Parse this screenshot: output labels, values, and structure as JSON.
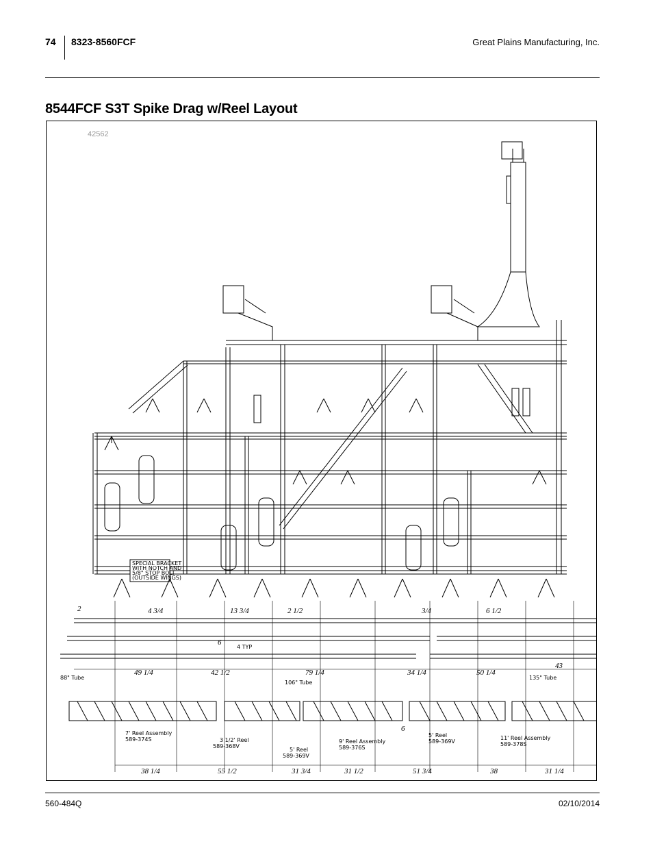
{
  "header": {
    "page_number": "74",
    "model": "8323-8560FCF",
    "company": "Great Plains Manufacturing, Inc."
  },
  "title": "8544FCF S3T Spike Drag w/Reel Layout",
  "figure": {
    "id": "42562",
    "callouts": {
      "special_bracket": [
        "SPECIAL BRACKET",
        "WITH NOTCH AND",
        "5/8\" STOP BOLT",
        "(OUTSIDE WINGS)"
      ],
      "tube_88": "88\" Tube",
      "tube_106": "106\" Tube",
      "tube_135": "135\" Tube",
      "four_typ": "4 TYP",
      "reel_7": "7' Reel Assembly",
      "reel_7_part": "589-374S",
      "reel_3_5": "3 1/2' Reel",
      "reel_3_5_part": "589-368V",
      "reel_5": "5' Reel",
      "reel_5_part": "589-369V",
      "reel_9": "9' Reel Assembly",
      "reel_9_part": "589-376S",
      "reel_5b": "5' Reel",
      "reel_5b_part": "589-369V",
      "reel_11": "11' Reel Assembly",
      "reel_11_part": "589-378S"
    },
    "dims_row1": [
      "2",
      "4 3/4",
      "13 3/4",
      "2 1/2",
      "3/4",
      "6 1/2"
    ],
    "dims_row2": [
      "49 1/4",
      "42 1/2",
      "79 1/4",
      "34 1/4",
      "50 1/4",
      "43"
    ],
    "dims_misc": [
      "6",
      "6"
    ],
    "dims_bottom": [
      "38 1/4",
      "55 1/2",
      "31 3/4",
      "31 1/2",
      "51 3/4",
      "38",
      "31 1/4"
    ]
  },
  "footer": {
    "doc_number": "560-484Q",
    "date": "02/10/2014"
  }
}
